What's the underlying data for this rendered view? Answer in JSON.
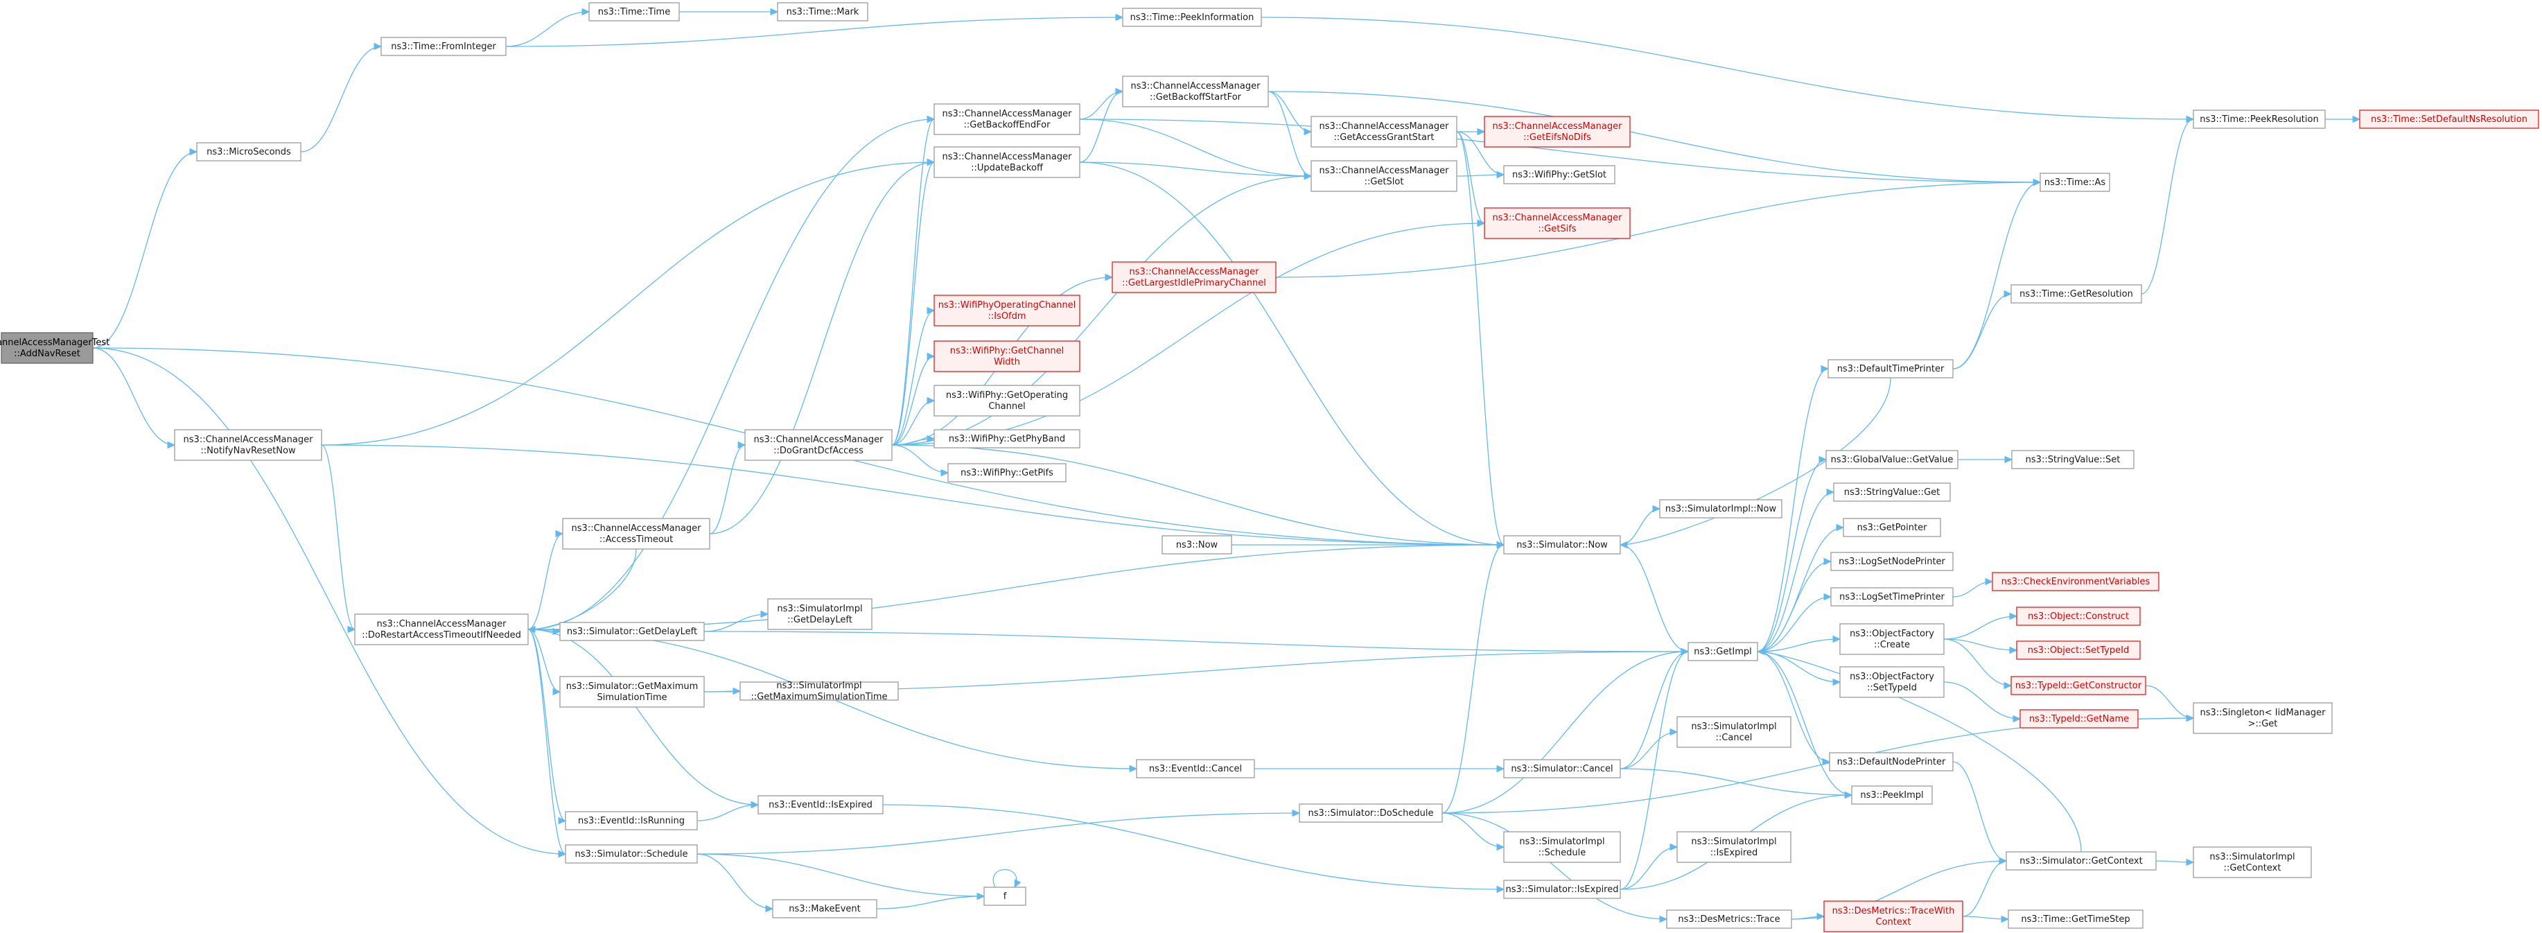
{
  "colors": {
    "edge": "#63b8ee",
    "node_border": "#9a9a9a",
    "root_fill": "#9a9a9a",
    "missing_border": "#e02020",
    "missing_text": "#d40000"
  },
  "nodes": [
    {
      "id": "root",
      "lines": [
        "ChannelAccessManagerTest",
        "::AddNavReset"
      ],
      "style": "root"
    },
    {
      "id": "microseconds",
      "lines": [
        "ns3::MicroSeconds"
      ]
    },
    {
      "id": "fromint",
      "lines": [
        "ns3::Time::FromInteger"
      ]
    },
    {
      "id": "timetime",
      "lines": [
        "ns3::Time::Time"
      ]
    },
    {
      "id": "timemark",
      "lines": [
        "ns3::Time::Mark"
      ]
    },
    {
      "id": "peekinfo",
      "lines": [
        "ns3::Time::PeekInformation"
      ]
    },
    {
      "id": "peekres",
      "lines": [
        "ns3::Time::PeekResolution"
      ]
    },
    {
      "id": "setdefns",
      "lines": [
        "ns3::Time::SetDefaultNsResolution"
      ],
      "style": "red"
    },
    {
      "id": "notify",
      "lines": [
        "ns3::ChannelAccessManager",
        "::NotifyNavResetNow"
      ]
    },
    {
      "id": "getbackoffend",
      "lines": [
        "ns3::ChannelAccessManager",
        "::GetBackoffEndFor"
      ]
    },
    {
      "id": "updatebackoff",
      "lines": [
        "ns3::ChannelAccessManager",
        "::UpdateBackoff"
      ]
    },
    {
      "id": "getbackoffstart",
      "lines": [
        "ns3::ChannelAccessManager",
        "::GetBackoffStartFor"
      ]
    },
    {
      "id": "getaccessgrant",
      "lines": [
        "ns3::ChannelAccessManager",
        "::GetAccessGrantStart"
      ]
    },
    {
      "id": "geteifs",
      "lines": [
        "ns3::ChannelAccessManager",
        "::GetEifsNoDifs"
      ],
      "style": "red"
    },
    {
      "id": "getslot",
      "lines": [
        "ns3::ChannelAccessManager",
        "::GetSlot"
      ]
    },
    {
      "id": "wifigetslot",
      "lines": [
        "ns3::WifiPhy::GetSlot"
      ]
    },
    {
      "id": "getsifs",
      "lines": [
        "ns3::ChannelAccessManager",
        "::GetSifs"
      ],
      "style": "red"
    },
    {
      "id": "getlargest",
      "lines": [
        "ns3::ChannelAccessManager",
        "::GetLargestIdlePrimaryChannel"
      ],
      "style": "red"
    },
    {
      "id": "isofdm",
      "lines": [
        "ns3::WifiPhyOperatingChannel",
        "::IsOfdm"
      ],
      "style": "red"
    },
    {
      "id": "getchwidth",
      "lines": [
        "ns3::WifiPhy::GetChannel",
        "Width"
      ],
      "style": "red"
    },
    {
      "id": "getopch",
      "lines": [
        "ns3::WifiPhy::GetOperating",
        "Channel"
      ]
    },
    {
      "id": "getphyband",
      "lines": [
        "ns3::WifiPhy::GetPhyBand"
      ]
    },
    {
      "id": "getpifs",
      "lines": [
        "ns3::WifiPhy::GetPifs"
      ]
    },
    {
      "id": "dogrant",
      "lines": [
        "ns3::ChannelAccessManager",
        "::DoGrantDcfAccess"
      ]
    },
    {
      "id": "accesstimeout",
      "lines": [
        "ns3::ChannelAccessManager",
        "::AccessTimeout"
      ]
    },
    {
      "id": "dorestart",
      "lines": [
        "ns3::ChannelAccessManager",
        "::DoRestartAccessTimeoutIfNeeded"
      ]
    },
    {
      "id": "now",
      "lines": [
        "ns3::Now"
      ]
    },
    {
      "id": "simnow",
      "lines": [
        "ns3::Simulator::Now"
      ]
    },
    {
      "id": "simimplnow",
      "lines": [
        "ns3::SimulatorImpl::Now"
      ]
    },
    {
      "id": "timeas",
      "lines": [
        "ns3::Time::As"
      ]
    },
    {
      "id": "getresolution",
      "lines": [
        "ns3::Time::GetResolution"
      ]
    },
    {
      "id": "deftimeprinter",
      "lines": [
        "ns3::DefaultTimePrinter"
      ]
    },
    {
      "id": "gvgetvalue",
      "lines": [
        "ns3::GlobalValue::GetValue"
      ]
    },
    {
      "id": "svset",
      "lines": [
        "ns3::StringValue::Set"
      ]
    },
    {
      "id": "svget",
      "lines": [
        "ns3::StringValue::Get"
      ]
    },
    {
      "id": "getpointer",
      "lines": [
        "ns3::GetPointer"
      ]
    },
    {
      "id": "lognode",
      "lines": [
        "ns3::LogSetNodePrinter"
      ]
    },
    {
      "id": "logtime",
      "lines": [
        "ns3::LogSetTimePrinter"
      ]
    },
    {
      "id": "checkenv",
      "lines": [
        "ns3::CheckEnvironmentVariables"
      ],
      "style": "red"
    },
    {
      "id": "ofcreate",
      "lines": [
        "ns3::ObjectFactory",
        "::Create"
      ]
    },
    {
      "id": "objconstruct",
      "lines": [
        "ns3::Object::Construct"
      ],
      "style": "red"
    },
    {
      "id": "objsettypeid",
      "lines": [
        "ns3::Object::SetTypeId"
      ],
      "style": "red"
    },
    {
      "id": "tidgetctor",
      "lines": [
        "ns3::TypeId::GetConstructor"
      ],
      "style": "red"
    },
    {
      "id": "tidgetname",
      "lines": [
        "ns3::TypeId::GetName"
      ],
      "style": "red"
    },
    {
      "id": "singleton",
      "lines": [
        "ns3::Singleton< IidManager",
        ">::Get"
      ]
    },
    {
      "id": "ofsettypeid",
      "lines": [
        "ns3::ObjectFactory",
        "::SetTypeId"
      ]
    },
    {
      "id": "getimpl",
      "lines": [
        "ns3::GetImpl"
      ]
    },
    {
      "id": "getdelayleft",
      "lines": [
        "ns3::Simulator::GetDelayLeft"
      ]
    },
    {
      "id": "implgetdelayleft",
      "lines": [
        "ns3::SimulatorImpl",
        "::GetDelayLeft"
      ]
    },
    {
      "id": "getmaxsim",
      "lines": [
        "ns3::Simulator::GetMaximum",
        "SimulationTime"
      ]
    },
    {
      "id": "implgetmaxsim",
      "lines": [
        "ns3::SimulatorImpl",
        "::GetMaximumSimulationTime"
      ]
    },
    {
      "id": "eventcancel",
      "lines": [
        "ns3::EventId::Cancel"
      ]
    },
    {
      "id": "simcancel",
      "lines": [
        "ns3::Simulator::Cancel"
      ]
    },
    {
      "id": "implcancel",
      "lines": [
        "ns3::SimulatorImpl",
        "::Cancel"
      ]
    },
    {
      "id": "defnodeprinter",
      "lines": [
        "ns3::DefaultNodePrinter"
      ]
    },
    {
      "id": "peekimpl",
      "lines": [
        "ns3::PeekImpl"
      ]
    },
    {
      "id": "eventisrunning",
      "lines": [
        "ns3::EventId::IsRunning"
      ]
    },
    {
      "id": "eventisexpired",
      "lines": [
        "ns3::EventId::IsExpired"
      ]
    },
    {
      "id": "doschedule",
      "lines": [
        "ns3::Simulator::DoSchedule"
      ]
    },
    {
      "id": "simschedule",
      "lines": [
        "ns3::Simulator::Schedule"
      ]
    },
    {
      "id": "implschedule",
      "lines": [
        "ns3::SimulatorImpl",
        "::Schedule"
      ]
    },
    {
      "id": "implisexpired",
      "lines": [
        "ns3::SimulatorImpl",
        "::IsExpired"
      ]
    },
    {
      "id": "simisexpired",
      "lines": [
        "ns3::Simulator::IsExpired"
      ]
    },
    {
      "id": "makeevent",
      "lines": [
        "ns3::MakeEvent"
      ]
    },
    {
      "id": "f",
      "lines": [
        "f"
      ]
    },
    {
      "id": "getcontext",
      "lines": [
        "ns3::Simulator::GetContext"
      ]
    },
    {
      "id": "implgetcontext",
      "lines": [
        "ns3::SimulatorImpl",
        "::GetContext"
      ]
    },
    {
      "id": "destrace",
      "lines": [
        "ns3::DesMetrics::Trace"
      ]
    },
    {
      "id": "destracectx",
      "lines": [
        "ns3::DesMetrics::TraceWith",
        "Context"
      ],
      "style": "red"
    },
    {
      "id": "gettimestep",
      "lines": [
        "ns3::Time::GetTimeStep"
      ]
    }
  ],
  "edges": [
    [
      "root",
      "microseconds"
    ],
    [
      "root",
      "notify"
    ],
    [
      "root",
      "simnow"
    ],
    [
      "root",
      "simschedule"
    ],
    [
      "microseconds",
      "fromint"
    ],
    [
      "fromint",
      "timetime"
    ],
    [
      "fromint",
      "peekinfo"
    ],
    [
      "timetime",
      "timemark"
    ],
    [
      "peekinfo",
      "peekres"
    ],
    [
      "peekres",
      "setdefns"
    ],
    [
      "notify",
      "updatebackoff"
    ],
    [
      "notify",
      "dorestart"
    ],
    [
      "notify",
      "simnow"
    ],
    [
      "getbackoffend",
      "getbackoffstart"
    ],
    [
      "getbackoffend",
      "getslot"
    ],
    [
      "getbackoffend",
      "timeas"
    ],
    [
      "updatebackoff",
      "getbackoffstart"
    ],
    [
      "updatebackoff",
      "getslot"
    ],
    [
      "updatebackoff",
      "simnow"
    ],
    [
      "getbackoffstart",
      "getaccessgrant"
    ],
    [
      "getbackoffstart",
      "getslot"
    ],
    [
      "getbackoffstart",
      "timeas"
    ],
    [
      "getaccessgrant",
      "geteifs"
    ],
    [
      "getaccessgrant",
      "wifigetslot"
    ],
    [
      "getaccessgrant",
      "getsifs"
    ],
    [
      "getaccessgrant",
      "simnow"
    ],
    [
      "getslot",
      "wifigetslot"
    ],
    [
      "getlargest",
      "timeas"
    ],
    [
      "dogrant",
      "getbackoffend"
    ],
    [
      "dogrant",
      "updatebackoff"
    ],
    [
      "dogrant",
      "getslot"
    ],
    [
      "dogrant",
      "getsifs"
    ],
    [
      "dogrant",
      "getlargest"
    ],
    [
      "dogrant",
      "isofdm"
    ],
    [
      "dogrant",
      "getchwidth"
    ],
    [
      "dogrant",
      "getopch"
    ],
    [
      "dogrant",
      "getphyband"
    ],
    [
      "dogrant",
      "getpifs"
    ],
    [
      "dogrant",
      "simnow"
    ],
    [
      "accesstimeout",
      "dogrant"
    ],
    [
      "accesstimeout",
      "updatebackoff"
    ],
    [
      "accesstimeout",
      "dorestart"
    ],
    [
      "dorestart",
      "getbackoffend"
    ],
    [
      "dorestart",
      "accesstimeout"
    ],
    [
      "dorestart",
      "simnow"
    ],
    [
      "dorestart",
      "getdelayleft"
    ],
    [
      "dorestart",
      "getmaxsim"
    ],
    [
      "dorestart",
      "eventcancel"
    ],
    [
      "dorestart",
      "eventisrunning"
    ],
    [
      "dorestart",
      "eventisexpired"
    ],
    [
      "dorestart",
      "simschedule"
    ],
    [
      "now",
      "simnow"
    ],
    [
      "simnow",
      "simimplnow"
    ],
    [
      "simnow",
      "getimpl"
    ],
    [
      "getresolution",
      "peekres"
    ],
    [
      "deftimeprinter",
      "timeas"
    ],
    [
      "deftimeprinter",
      "getresolution"
    ],
    [
      "deftimeprinter",
      "simnow"
    ],
    [
      "gvgetvalue",
      "svset"
    ],
    [
      "logtime",
      "checkenv"
    ],
    [
      "ofcreate",
      "objconstruct"
    ],
    [
      "ofcreate",
      "objsettypeid"
    ],
    [
      "ofcreate",
      "tidgetctor"
    ],
    [
      "tidgetctor",
      "singleton"
    ],
    [
      "tidgetname",
      "singleton"
    ],
    [
      "ofsettypeid",
      "tidgetname"
    ],
    [
      "getimpl",
      "deftimeprinter"
    ],
    [
      "getimpl",
      "gvgetvalue"
    ],
    [
      "getimpl",
      "svget"
    ],
    [
      "getimpl",
      "getpointer"
    ],
    [
      "getimpl",
      "lognode"
    ],
    [
      "getimpl",
      "logtime"
    ],
    [
      "getimpl",
      "ofcreate"
    ],
    [
      "getimpl",
      "ofsettypeid"
    ],
    [
      "getimpl",
      "defnodeprinter"
    ],
    [
      "getimpl",
      "peekimpl"
    ],
    [
      "getdelayleft",
      "implgetdelayleft"
    ],
    [
      "getdelayleft",
      "getimpl"
    ],
    [
      "getmaxsim",
      "implgetmaxsim"
    ],
    [
      "getmaxsim",
      "getimpl"
    ],
    [
      "eventcancel",
      "simcancel"
    ],
    [
      "simcancel",
      "implcancel"
    ],
    [
      "simcancel",
      "getimpl"
    ],
    [
      "simcancel",
      "peekimpl"
    ],
    [
      "defnodeprinter",
      "getcontext"
    ],
    [
      "eventisrunning",
      "eventisexpired"
    ],
    [
      "eventisexpired",
      "simisexpired"
    ],
    [
      "doschedule",
      "simnow"
    ],
    [
      "doschedule",
      "getimpl"
    ],
    [
      "doschedule",
      "implschedule"
    ],
    [
      "doschedule",
      "destrace"
    ],
    [
      "doschedule",
      "singleton"
    ],
    [
      "simschedule",
      "doschedule"
    ],
    [
      "simschedule",
      "makeevent"
    ],
    [
      "simschedule",
      "f"
    ],
    [
      "simisexpired",
      "implisexpired"
    ],
    [
      "simisexpired",
      "getimpl"
    ],
    [
      "simisexpired",
      "peekimpl"
    ],
    [
      "makeevent",
      "f"
    ],
    [
      "f",
      "f"
    ],
    [
      "getcontext",
      "implgetcontext"
    ],
    [
      "getcontext",
      "getimpl"
    ],
    [
      "destrace",
      "destracectx"
    ],
    [
      "destrace",
      "getcontext"
    ],
    [
      "destracectx",
      "getcontext"
    ],
    [
      "destracectx",
      "gettimestep"
    ]
  ]
}
